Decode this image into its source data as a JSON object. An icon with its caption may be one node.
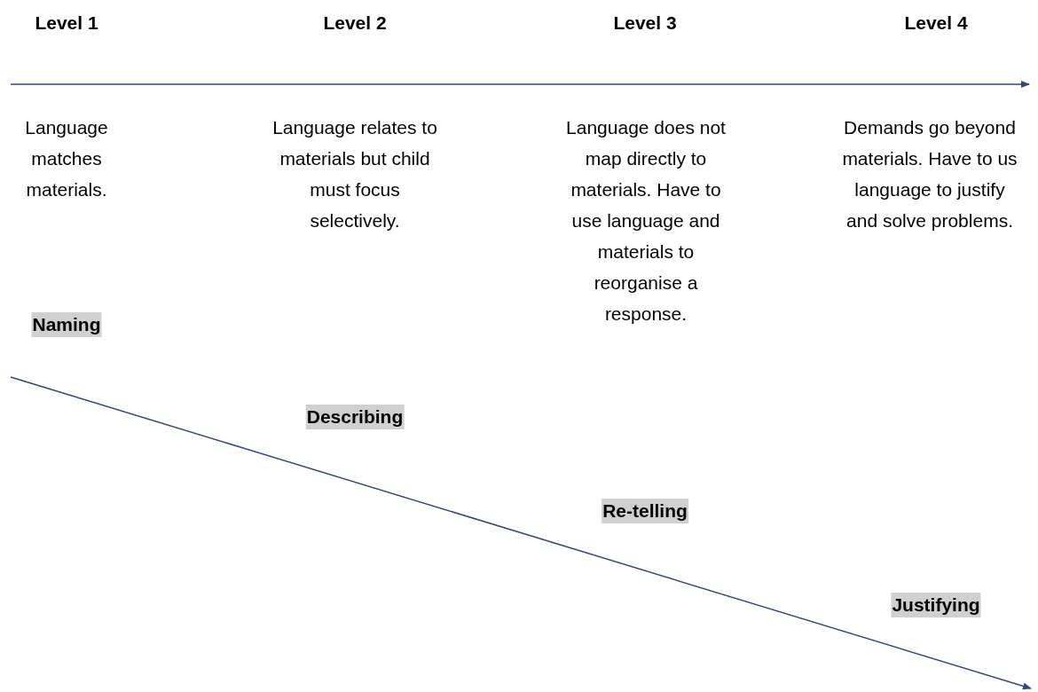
{
  "diagram": {
    "labels": [
      "Level 1",
      "Level 2",
      "Level 3",
      "Level 4",
      "Language matches materials.",
      "Language relates to materials but child must focus selectively.",
      "Language does not map directly to materials. Have to use language and materials to reorganise a response.",
      "Demands go beyond materials. Have to us language to justify and solve problems.",
      "Naming",
      "Describing",
      "Re-telling",
      "Justifying"
    ]
  }
}
